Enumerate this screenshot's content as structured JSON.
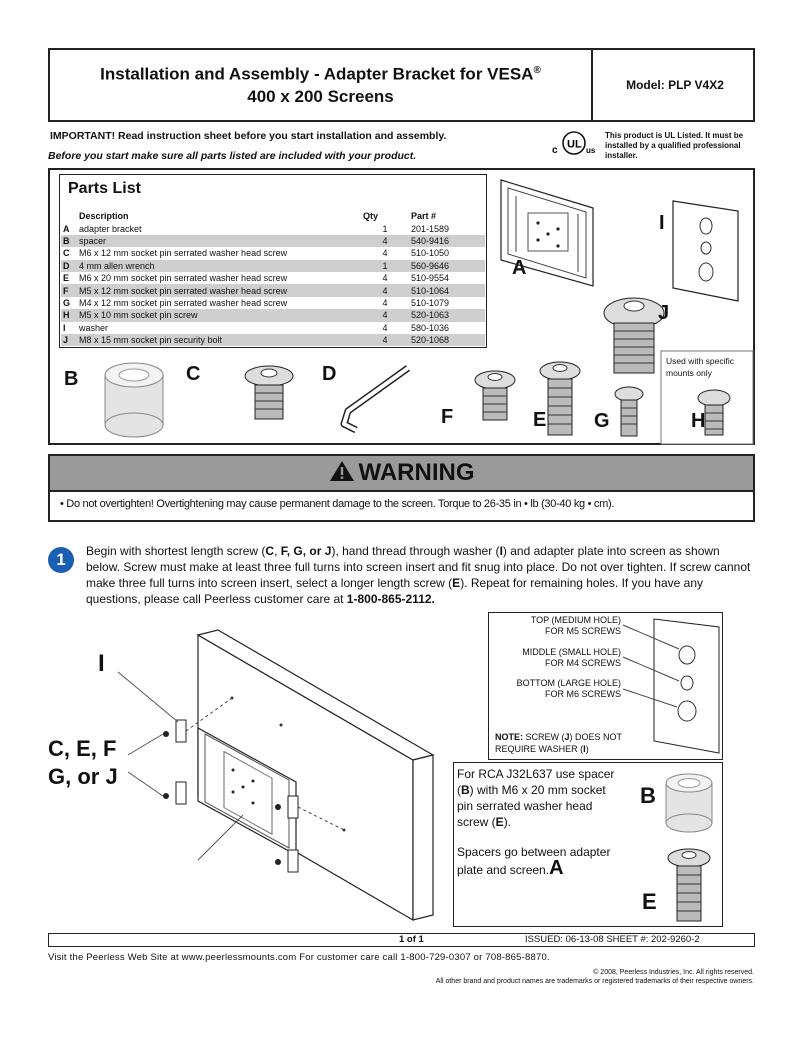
{
  "header": {
    "title_line1": "Installation and Assembly - Adapter Bracket for VESA",
    "title_sup": "®",
    "title_line2": "400 x 200 Screens",
    "model": "Model: PLP V4X2"
  },
  "notices": {
    "important": "IMPORTANT! Read instruction sheet before you start installation and assembly.",
    "before": "Before you start make sure all parts listed are included with your product.",
    "ul_note": "This product is UL Listed. It must be installed by a qualified professional installer.",
    "ul_logo": "UL"
  },
  "parts_list": {
    "title": "Parts List",
    "headers": [
      "Description",
      "Qty",
      "Part #"
    ],
    "rows": [
      {
        "letter": "A",
        "desc": "adapter bracket",
        "qty": "1",
        "part": "201-1589"
      },
      {
        "letter": "B",
        "desc": "spacer",
        "qty": "4",
        "part": "540-9416"
      },
      {
        "letter": "C",
        "desc": "M6 x 12 mm socket pin serrated washer head screw",
        "qty": "4",
        "part": "510-1050"
      },
      {
        "letter": "D",
        "desc": "4 mm allen wrench",
        "qty": "1",
        "part": "560-9646"
      },
      {
        "letter": "E",
        "desc": "M6 x 20 mm socket pin serrated washer head screw",
        "qty": "4",
        "part": "510-9554"
      },
      {
        "letter": "F",
        "desc": "M5 x 12 mm socket pin serrated washer head screw",
        "qty": "4",
        "part": "510-1064"
      },
      {
        "letter": "G",
        "desc": "M4 x 12 mm socket pin serrated washer head screw",
        "qty": "4",
        "part": "510-1079"
      },
      {
        "letter": "H",
        "desc": "M5 x 10 mm socket pin screw",
        "qty": "4",
        "part": "520-1063"
      },
      {
        "letter": "I",
        "desc": "washer",
        "qty": "4",
        "part": "580-1036"
      },
      {
        "letter": "J",
        "desc": "M8 x 15 mm socket pin security bolt",
        "qty": "4",
        "part": "520-1068"
      }
    ],
    "specific_note": "Used with specific mounts only"
  },
  "part_labels": {
    "A": "A",
    "B": "B",
    "C": "C",
    "D": "D",
    "E": "E",
    "F": "F",
    "G": "G",
    "H": "H",
    "I": "I",
    "J": "J"
  },
  "warning": {
    "heading": "WARNING",
    "body": "• Do not overtighten! Overtightening may cause permanent damage to the screen. Torque to 26-35 in • lb (30-40 kg • cm)."
  },
  "step1": {
    "number": "1",
    "text_parts": [
      "Begin with shortest length screw (",
      "C",
      ", ",
      "F, G, or J",
      "), hand thread through washer (",
      "I",
      ") and  adapter plate into screen as shown below. Screw must make at least three full turns into screen insert and fit snug into place. Do not over tighten. If screw cannot make three full turns into screen insert, select a longer length screw (",
      "E",
      "). Repeat for remaining holes. If you have any questions, please call Peerless customer care at ",
      "1-800-865-2112."
    ]
  },
  "diagram": {
    "label_I": "I",
    "label_screws_1": "C, E, F",
    "label_screws_2": "G, or J",
    "label_A": "A",
    "note_top_1": "TOP (MEDIUM HOLE)",
    "note_top_2": "FOR M5 SCREWS",
    "note_mid_1": "MIDDLE (SMALL HOLE)",
    "note_mid_2": "FOR M4 SCREWS",
    "note_bot_1": "BOTTOM (LARGE HOLE)",
    "note_bot_2": "FOR M6 SCREWS",
    "note_label": "NOTE:",
    "note_text_a": " SCREW (",
    "note_text_j": "J",
    "note_text_b": ") DOES NOT",
    "note_text_c": "REQUIRE WASHER (",
    "note_text_i": "I",
    "note_text_d": ")"
  },
  "rca": {
    "line1": "For RCA J32L637 use spacer",
    "b": "B",
    "line2": ") with M6 x 20 mm socket",
    "line3": "pin serrated washer head",
    "line4a": "screw (",
    "e": "E",
    "line4b": ").",
    "line5": "Spacers go between adapter",
    "line6": "plate and screen.",
    "label_B": "B",
    "label_E": "E"
  },
  "footer": {
    "page": "1 of 1",
    "issued": "ISSUED: 06-13-08  SHEET #: 202-9260-2",
    "visit": "Visit the Peerless Web Site at www.peerlessmounts.com For customer care call 1-800-729-0307 or 708-865-8870.",
    "copyright": "© 2008, Peerless Industries, Inc. All rights reserved.",
    "trademarks": "All other brand and product names are trademarks or registered trademarks of their respective owners."
  }
}
